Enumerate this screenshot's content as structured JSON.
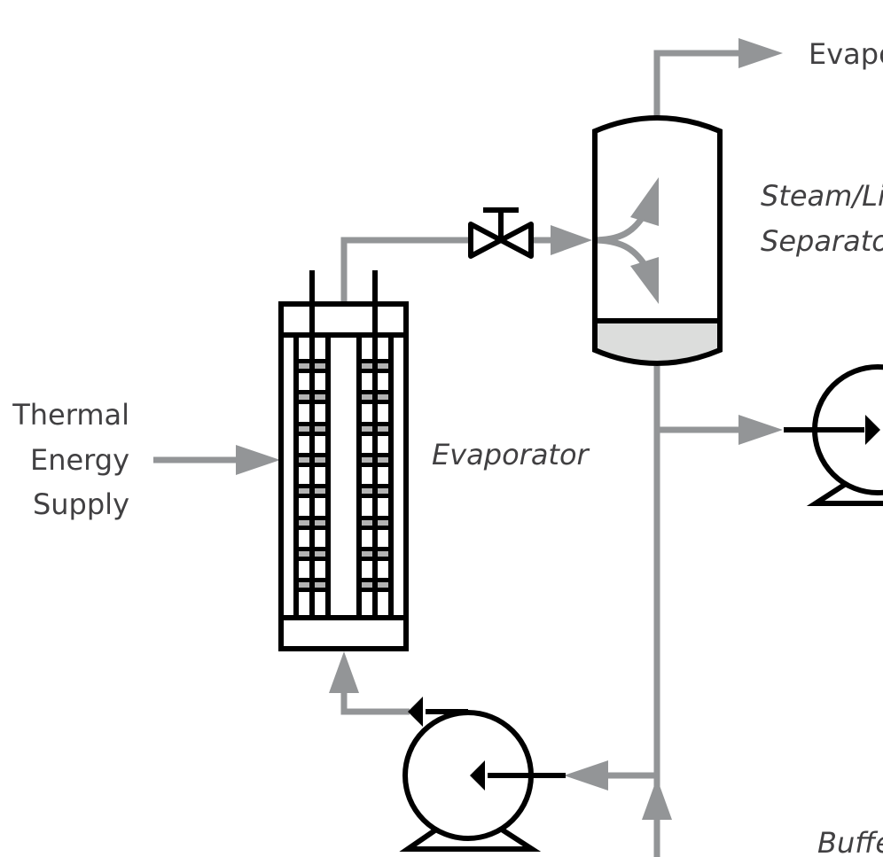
{
  "diagram": {
    "type": "process-flow",
    "labels": {
      "thermal_energy_supply": [
        "Thermal",
        "Energy",
        "Supply"
      ],
      "evaporator": "Evaporator",
      "separator": [
        "Steam/Li",
        "Separato"
      ],
      "evaporated_output": "Evapo",
      "buffer": "Buffe"
    },
    "components": [
      {
        "id": "evaporator",
        "kind": "tube-bundle heat exchanger",
        "label": "Evaporator"
      },
      {
        "id": "valve",
        "kind": "gate valve"
      },
      {
        "id": "separator",
        "kind": "steam/liquid separator vessel"
      },
      {
        "id": "circulation-pump",
        "kind": "centrifugal pump"
      },
      {
        "id": "discharge-pump",
        "kind": "centrifugal pump"
      }
    ],
    "flows": [
      {
        "from": "thermal-energy-supply",
        "to": "evaporator"
      },
      {
        "from": "evaporator",
        "to": "valve"
      },
      {
        "from": "valve",
        "to": "separator"
      },
      {
        "from": "separator",
        "to": "evaporated-output"
      },
      {
        "from": "separator",
        "to": "discharge-pump"
      },
      {
        "from": "separator",
        "to": "circulation-pump"
      },
      {
        "from": "buffer",
        "to": "circulation-pump"
      },
      {
        "from": "circulation-pump",
        "to": "evaporator"
      }
    ],
    "colors": {
      "pipe": "#939597",
      "equipment": "#000000",
      "liquid": "#dcdddc",
      "tube_insert": "#b3b3b3",
      "text": "#414042"
    }
  }
}
